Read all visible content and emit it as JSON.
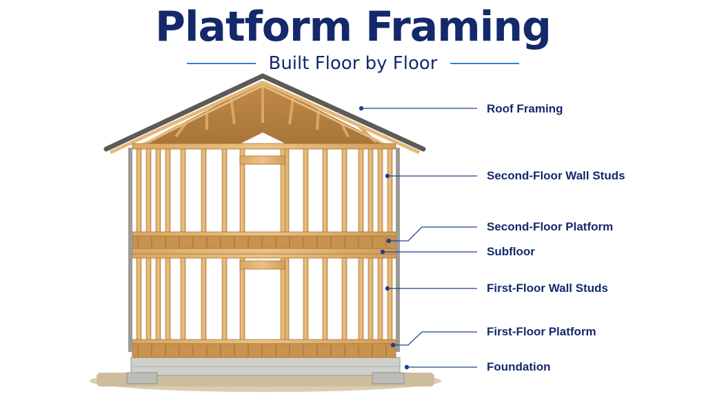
{
  "header": {
    "title": "Platform Framing",
    "subtitle": "Built Floor by Floor"
  },
  "labels": [
    {
      "id": "roof-framing",
      "text": "Roof Framing"
    },
    {
      "id": "second-floor-wall-studs",
      "text": "Second-Floor Wall Studs"
    },
    {
      "id": "second-floor-platform",
      "text": "Second-Floor Platform"
    },
    {
      "id": "subfloor",
      "text": "Subfloor"
    },
    {
      "id": "first-floor-wall-studs",
      "text": "First-Floor Wall Studs"
    },
    {
      "id": "first-floor-platform",
      "text": "First-Floor Platform"
    },
    {
      "id": "foundation",
      "text": "Foundation"
    }
  ],
  "colors": {
    "title": "#14296b",
    "accent_rule": "#2f7fd6",
    "leader": "#1f3f8f",
    "wood": "#e2b470",
    "wood_dark": "#b98343",
    "concrete": "#c9c9c5",
    "ground": "#c8b89a"
  }
}
